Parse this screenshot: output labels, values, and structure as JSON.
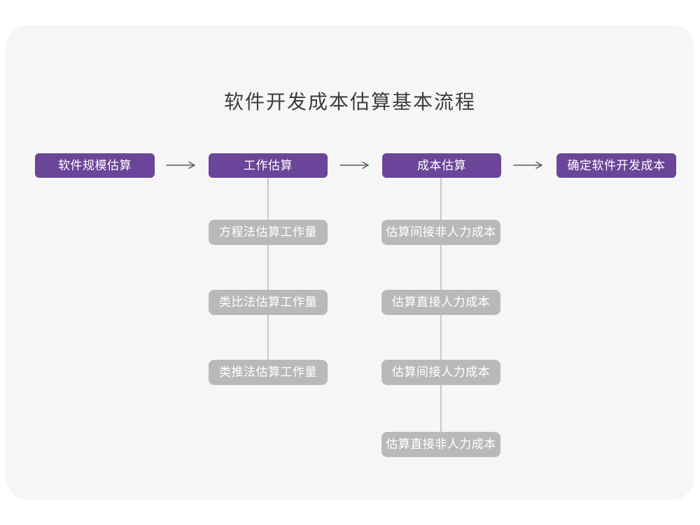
{
  "title": "软件开发成本估算基本流程",
  "flow": {
    "main_steps": [
      {
        "label": "软件规模估算"
      },
      {
        "label": "工作估算"
      },
      {
        "label": "成本估算"
      },
      {
        "label": "确定软件开发成本"
      }
    ],
    "work_estimation_methods": [
      "方程法估算工作量",
      "类比法估算工作量",
      "类推法估算工作量"
    ],
    "cost_estimation_steps": [
      "估算间接非人力成本",
      "估算直接人力成本",
      "估算间接人力成本",
      "估算直接非人力成本"
    ]
  },
  "icons": {
    "arrow_right": "⟶"
  },
  "colors": {
    "primary": "#6b4599",
    "secondary": "#b9b9b9",
    "card_bg": "#f6f6f6",
    "connector": "#c8c8c8",
    "arrow": "#5a5a5a",
    "title_text": "#3d3d3d",
    "box_text": "#ffffff"
  }
}
